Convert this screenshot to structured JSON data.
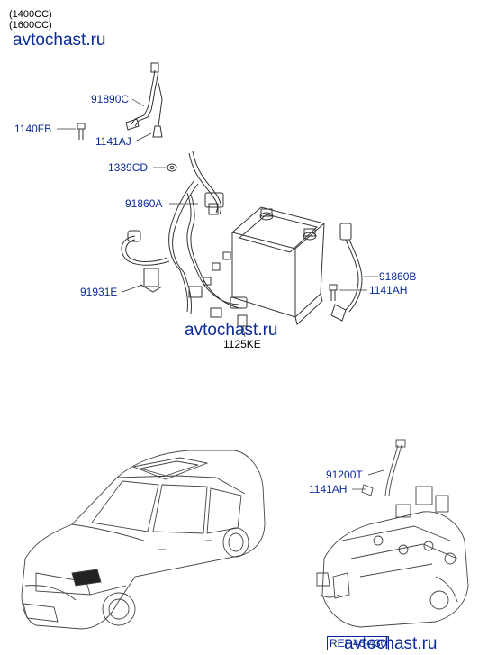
{
  "engines": [
    "(1400CC)",
    "(1600CC)"
  ],
  "watermark": "avtochast.ru",
  "parts": {
    "p91890C": "91890C",
    "p1140FB": "1140FB",
    "p1141AJ": "1141AJ",
    "p1339CD": "1339CD",
    "p91860A": "91860A",
    "p91860B": "91860B",
    "p1141AH_a": "1141AH",
    "p91931E": "91931E",
    "p1125KE": "1125KE",
    "p91200T": "91200T",
    "p1141AH_b": "1141AH"
  },
  "ref_label": "REF.46-430",
  "colors": {
    "label": "#0a2a9a",
    "line": "#333333"
  }
}
